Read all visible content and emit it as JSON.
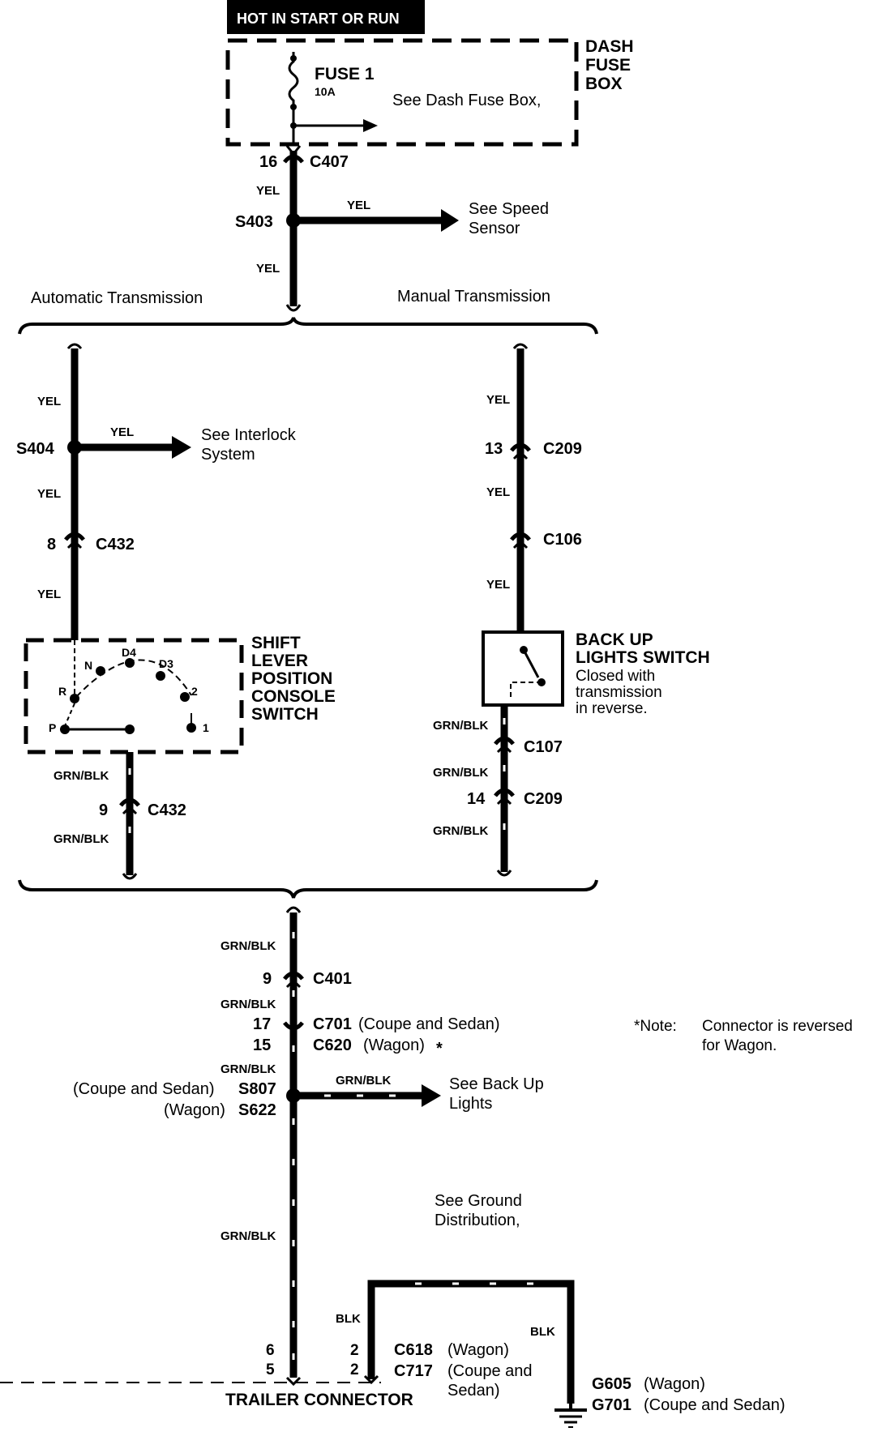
{
  "header": {
    "power": "HOT IN START OR RUN"
  },
  "fuse_box": {
    "fuse": "FUSE 1",
    "amps": "10A",
    "see": "See Dash Fuse Box,",
    "label": [
      "DASH",
      "FUSE",
      "BOX"
    ]
  },
  "top": {
    "c407_pin": "16",
    "c407": "C407",
    "wire_yel": "YEL",
    "s403": "S403",
    "speed_see": [
      "See Speed",
      "Sensor"
    ]
  },
  "branches": {
    "auto": "Automatic Transmission",
    "manual": "Manual Transmission"
  },
  "auto": {
    "s404": "S404",
    "interlock_see": [
      "See Interlock",
      "System"
    ],
    "c432_pin_top": "8",
    "c432": "C432",
    "switch_label": [
      "SHIFT",
      "LEVER",
      "POSITION",
      "CONSOLE",
      "SWITCH"
    ],
    "positions": {
      "n": "N",
      "d4": "D4",
      "d3": "D3",
      "r": "R",
      "p": "P",
      "two": "2",
      "one": "1"
    },
    "c432_pin_bot": "9",
    "wire_grnblk": "GRN/BLK"
  },
  "manual": {
    "c209_pin_top": "13",
    "c209": "C209",
    "c106": "C106",
    "switch_label": [
      "BACK UP",
      "LIGHTS SWITCH"
    ],
    "switch_note": [
      "Closed with",
      "transmission",
      "in reverse."
    ],
    "c107": "C107",
    "c209_pin_bot": "14"
  },
  "bottom": {
    "c401_pin": "9",
    "c401": "C401",
    "c701_pin": "17",
    "c701": "C701",
    "c701_note": "(Coupe and Sedan)",
    "c620_pin": "15",
    "c620": "C620",
    "c620_note": "(Wagon)",
    "star": "*",
    "note_label": "*Note:",
    "note_text": [
      "Connector is reversed",
      "for Wagon."
    ],
    "s807_note": "(Coupe and Sedan)",
    "s807": "S807",
    "s622_note": "(Wagon)",
    "s622": "S622",
    "backup_see": [
      "See Back Up",
      "Lights"
    ],
    "ground_see": [
      "See Ground",
      "Distribution,"
    ],
    "wire_blk": "BLK",
    "tc_pin6": "6",
    "tc_pin5": "5",
    "c618_pin": "2",
    "c618": "C618",
    "c618_note": "(Wagon)",
    "c717_pin": "2",
    "c717": "C717",
    "c717_note": [
      "(Coupe and",
      "Sedan)"
    ],
    "trailer": "TRAILER CONNECTOR",
    "g605": "G605",
    "g605_note": "(Wagon)",
    "g701": "G701",
    "g701_note": "(Coupe and Sedan)"
  }
}
